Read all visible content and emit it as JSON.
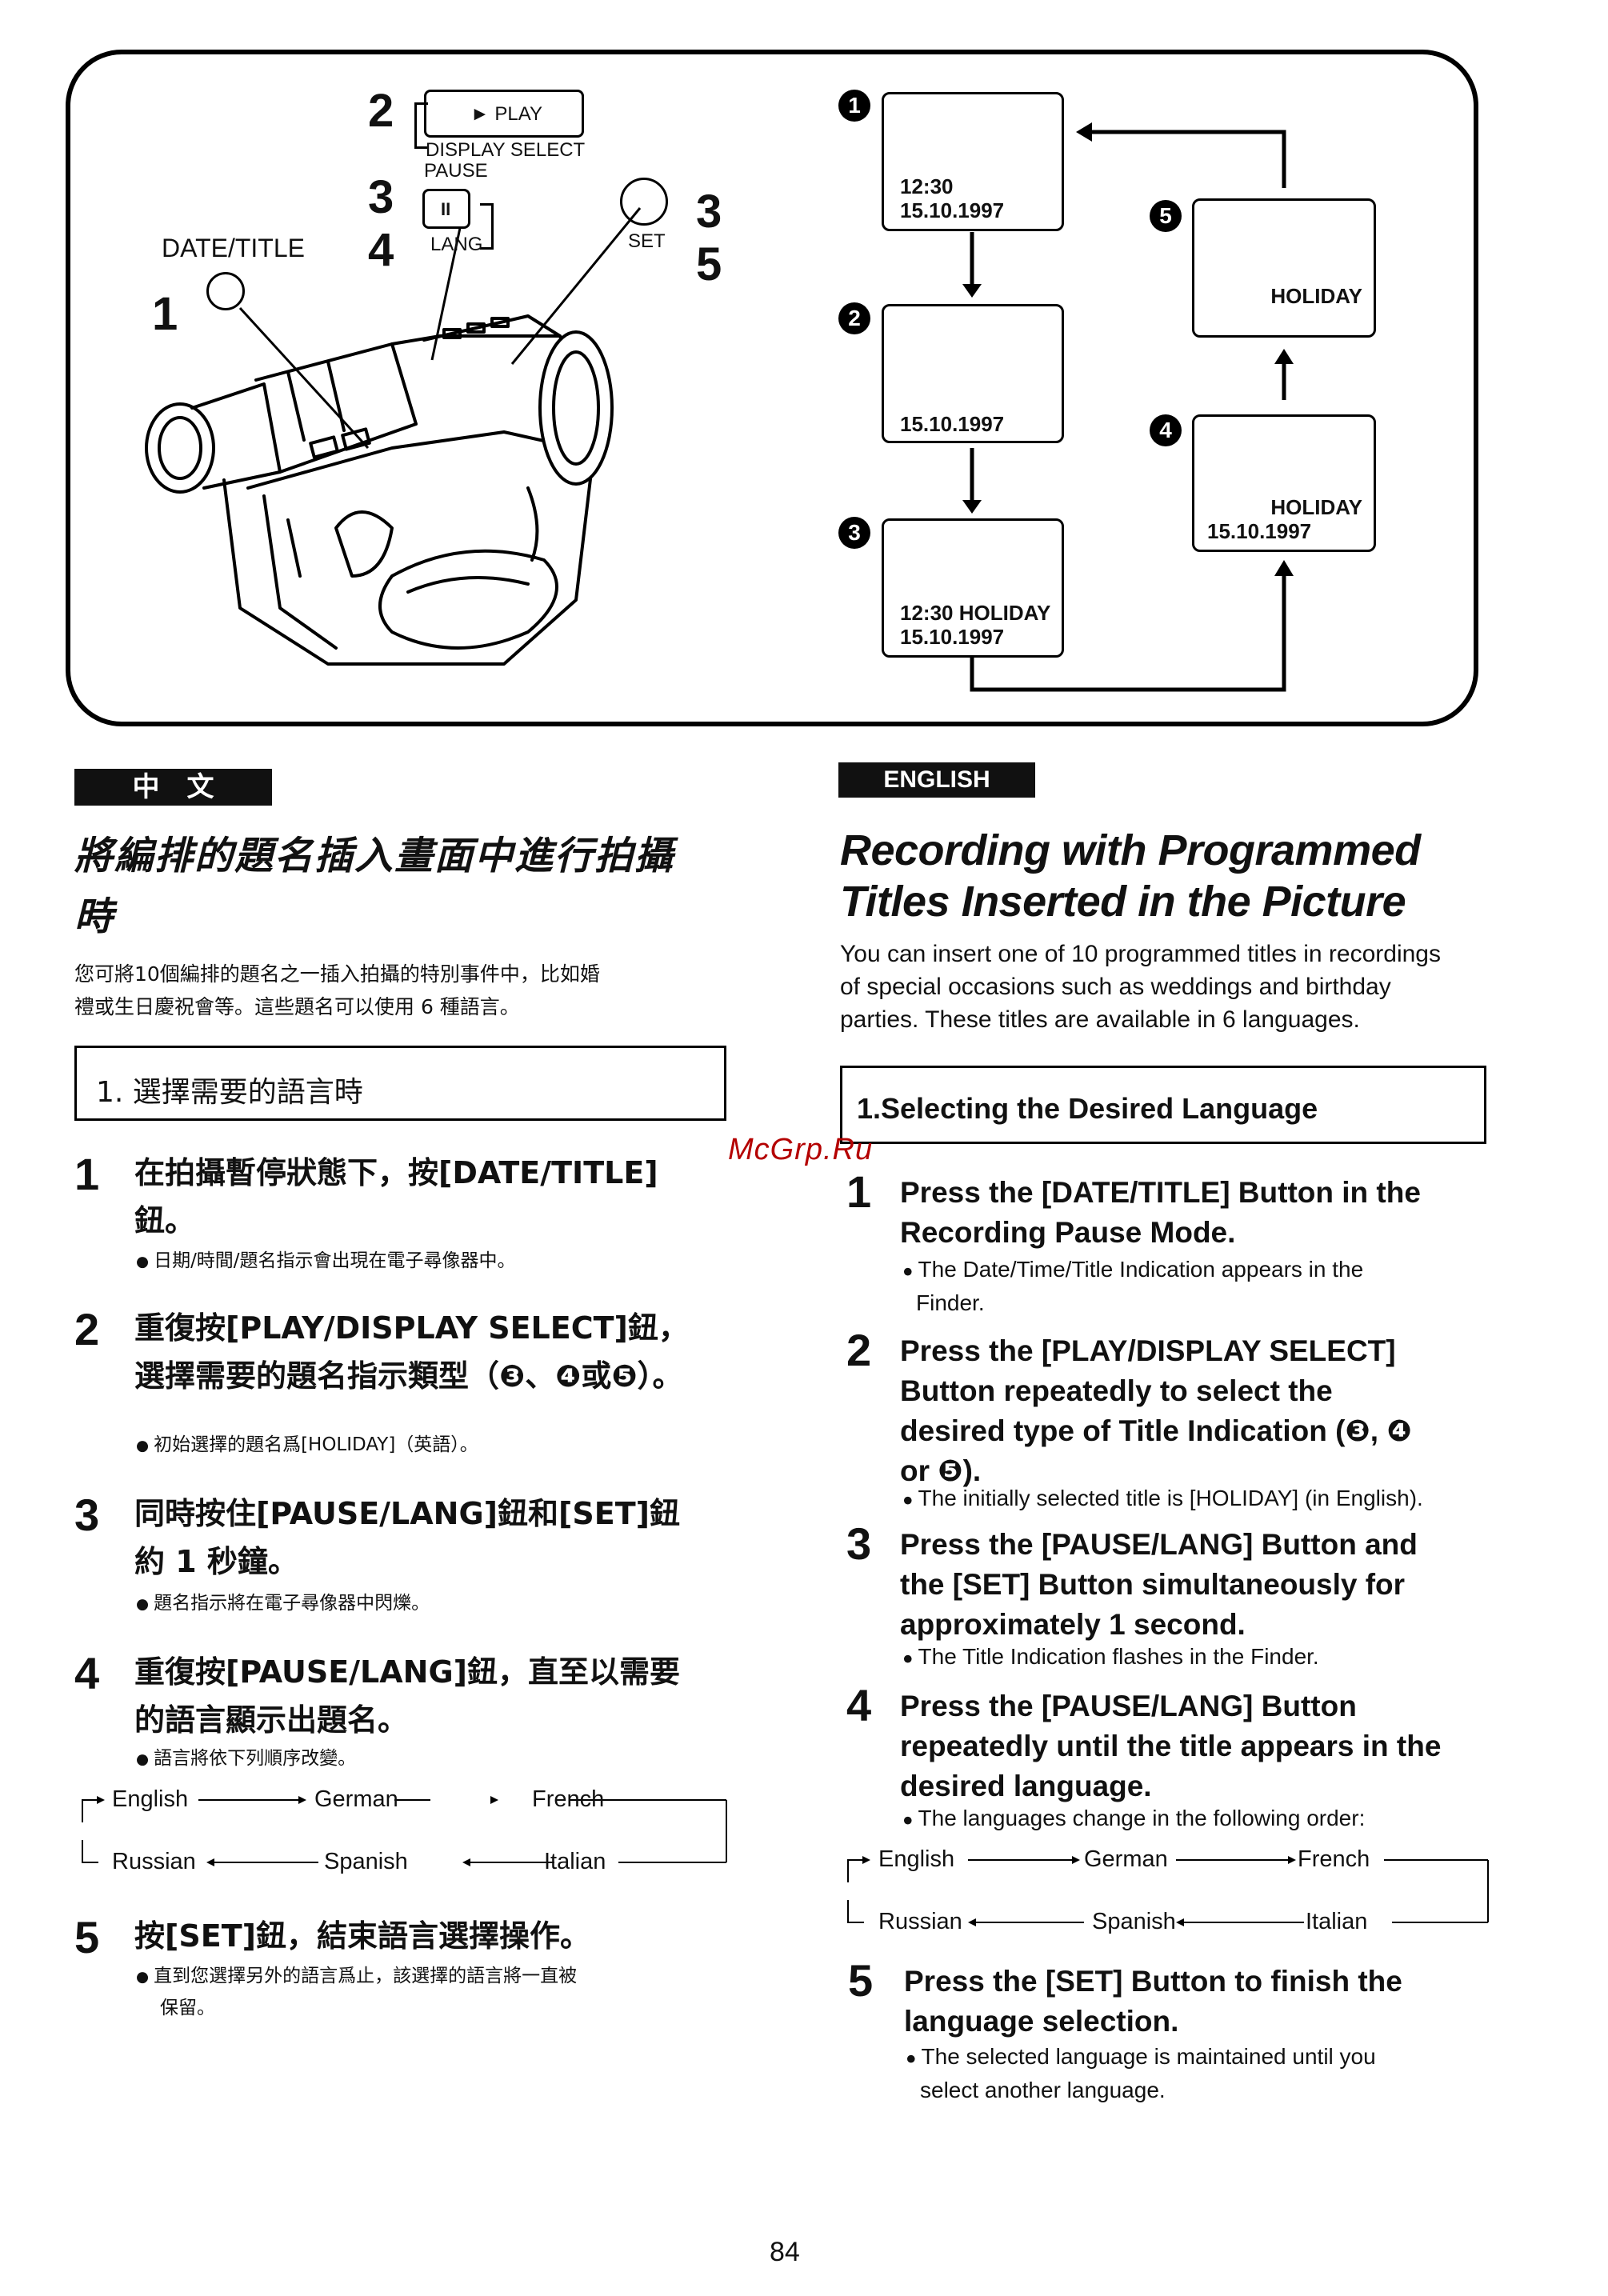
{
  "figure": {
    "labels": {
      "play_button": "► PLAY",
      "display_select": "DISPLAY SELECT",
      "pause": "PAUSE",
      "pause_symbol": "II",
      "lang": "LANG",
      "set": "SET",
      "date_title": "DATE/TITLE"
    },
    "callouts": {
      "n1": "1",
      "n2": "2",
      "n3a": "3",
      "n4": "4",
      "n3b": "3",
      "n5": "5"
    },
    "screens": [
      {
        "num": "1",
        "lines": [
          "12:30",
          "15.10.1997"
        ]
      },
      {
        "num": "2",
        "lines": [
          "15.10.1997"
        ]
      },
      {
        "num": "3",
        "lines": [
          "12:30  HOLIDAY",
          "15.10.1997"
        ]
      },
      {
        "num": "4",
        "lines": [
          "HOLIDAY",
          "15.10.1997"
        ]
      },
      {
        "num": "5",
        "lines": [
          "HOLIDAY"
        ]
      }
    ]
  },
  "chinese": {
    "tab": "中　文",
    "title_line1": "將編排的題名插入畫面中進行拍攝",
    "title_line2": "時",
    "intro_line1": "您可將10個編排的題名之一插入拍攝的特別事件中，比如婚",
    "intro_line2": "禮或生日慶祝會等。這些題名可以使用 6 種語言。",
    "section_title": "1. 選擇需要的語言時",
    "steps": [
      {
        "num": "1",
        "text_lines": [
          "在拍攝暫停狀態下，按[DATE/TITLE]",
          "鈕。"
        ],
        "notes": [
          "日期/時間/題名指示會出現在電子尋像器中。"
        ]
      },
      {
        "num": "2",
        "text_lines": [
          "重復按[PLAY/DISPLAY  SELECT]鈕，",
          "選擇需要的題名指示類型（❸、❹或❺）。"
        ],
        "notes": [
          "初始選擇的題名爲[HOLIDAY]（英語）。"
        ]
      },
      {
        "num": "3",
        "text_lines": [
          "同時按住[PAUSE/LANG]鈕和[SET]鈕",
          "約 1 秒鐘。"
        ],
        "notes": [
          "題名指示將在電子尋像器中閃爍。"
        ]
      },
      {
        "num": "4",
        "text_lines": [
          "重復按[PAUSE/LANG]鈕，直至以需要",
          "的語言顯示出題名。"
        ],
        "notes": [
          "語言將依下列順序改變。"
        ]
      },
      {
        "num": "5",
        "text_lines": [
          "按[SET]鈕，結束語言選擇操作。"
        ],
        "notes": [
          "直到您選擇另外的語言爲止，該選擇的語言將一直被",
          "保留。"
        ]
      }
    ]
  },
  "english": {
    "tab": "ENGLISH",
    "title_line1": "Recording with Programmed",
    "title_line2": "Titles Inserted in the Picture",
    "intro_line1": "You can insert one of 10 programmed titles in recordings",
    "intro_line2": "of special occasions such as weddings and birthday",
    "intro_line3": "parties. These titles are available in 6 languages.",
    "section_title": "1.Selecting the Desired Language",
    "steps": [
      {
        "num": "1",
        "text_lines": [
          "Press the [DATE/TITLE] Button in the",
          "Recording Pause Mode."
        ],
        "notes": [
          "The Date/Time/Title Indication appears in the",
          "Finder."
        ]
      },
      {
        "num": "2",
        "text_lines": [
          "Press the [PLAY/DISPLAY SELECT]",
          "Button repeatedly to select the",
          "desired type of Title Indication (❸, ❹",
          "or ❺)."
        ],
        "notes": [
          "The initially selected title is [HOLIDAY] (in English)."
        ]
      },
      {
        "num": "3",
        "text_lines": [
          "Press the [PAUSE/LANG] Button and",
          "the [SET] Button simultaneously for",
          "approximately 1 second."
        ],
        "notes": [
          "The Title Indication flashes in the Finder."
        ]
      },
      {
        "num": "4",
        "text_lines": [
          "Press the [PAUSE/LANG] Button",
          "repeatedly until the title appears in the",
          "desired language."
        ],
        "notes": [
          "The languages change in the following order:"
        ]
      },
      {
        "num": "5",
        "text_lines": [
          "Press the [SET] Button to finish the",
          "language selection."
        ],
        "notes": [
          "The selected language is maintained until you",
          "select another language."
        ]
      }
    ]
  },
  "languages": [
    "English",
    "German",
    "French",
    "Italian",
    "Spanish",
    "Russian"
  ],
  "watermark": "McGrp.Ru",
  "page_number": "84"
}
